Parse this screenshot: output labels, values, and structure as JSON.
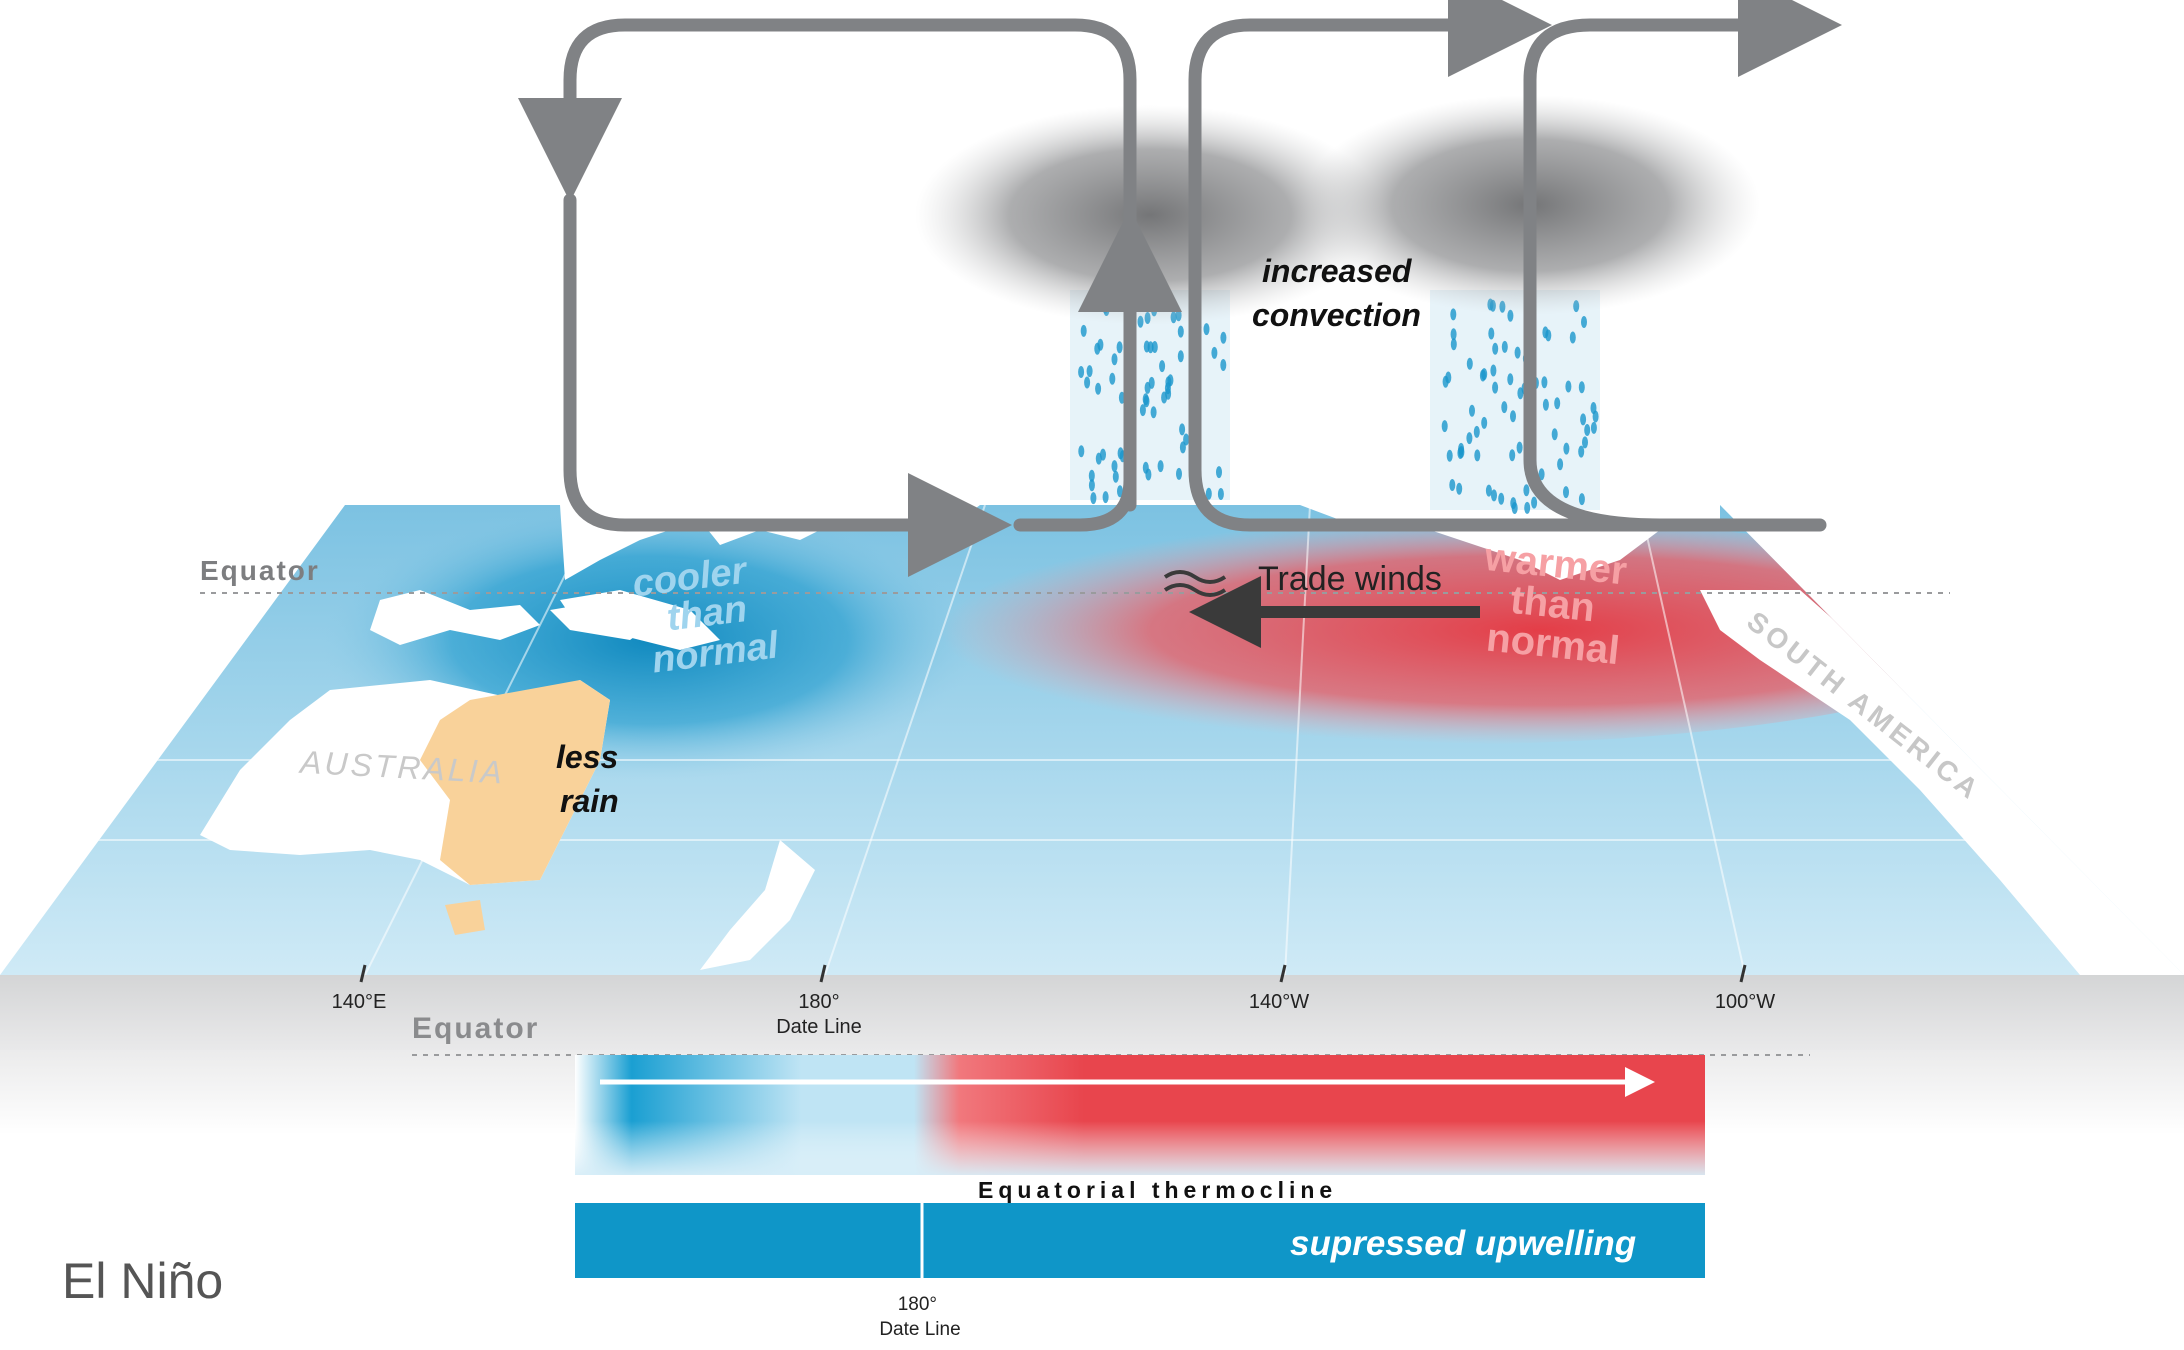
{
  "title": "El Niño",
  "labels": {
    "equator_top": "Equator",
    "equator_bottom": "Equator",
    "cooler": [
      "cooler",
      "than",
      "normal"
    ],
    "warmer": [
      "warmer",
      "than",
      "normal"
    ],
    "trade_winds": "Trade winds",
    "convection": [
      "increased",
      "convection"
    ],
    "less_rain": [
      "less",
      "rain"
    ],
    "australia": "AUSTRALIA",
    "south_america": "SOUTH AMERICA",
    "thermocline": "Equatorial thermocline",
    "upwelling": "supressed upwelling",
    "date_line_bottom": [
      "180°",
      "Date Line"
    ]
  },
  "ticks": [
    {
      "label": "140°E",
      "sub": ""
    },
    {
      "label": "180°",
      "sub": "Date Line"
    },
    {
      "label": "140°W",
      "sub": ""
    },
    {
      "label": "100°W",
      "sub": ""
    }
  ],
  "colors": {
    "ocean": "#8fcbe6",
    "cool": "#0f8fc4",
    "warm": "#e8454d",
    "land": "#ffffff",
    "less_rain": "#f9d29a",
    "arrow": "#808285",
    "upwelling": "#0f96c8"
  }
}
